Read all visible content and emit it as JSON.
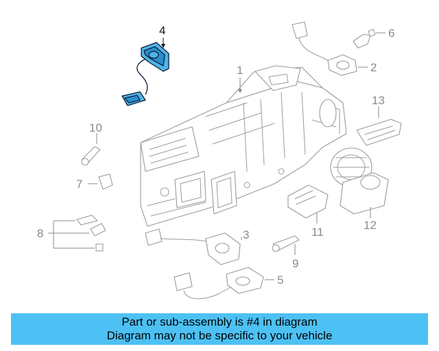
{
  "banner": {
    "line1": "Part or sub-assembly is #4 in diagram",
    "line2": "Diagram may not be specific to your vehicle"
  },
  "highlight_color": "#4dc1f4",
  "highlighted_callout": "4",
  "callouts": {
    "c1": "1",
    "c2": "2",
    "c3": "3",
    "c4": "4",
    "c5": "5",
    "c6": "6",
    "c7": "7",
    "c8": "8",
    "c9": "9",
    "c10": "10",
    "c11": "11",
    "c12": "12",
    "c13": "13"
  }
}
